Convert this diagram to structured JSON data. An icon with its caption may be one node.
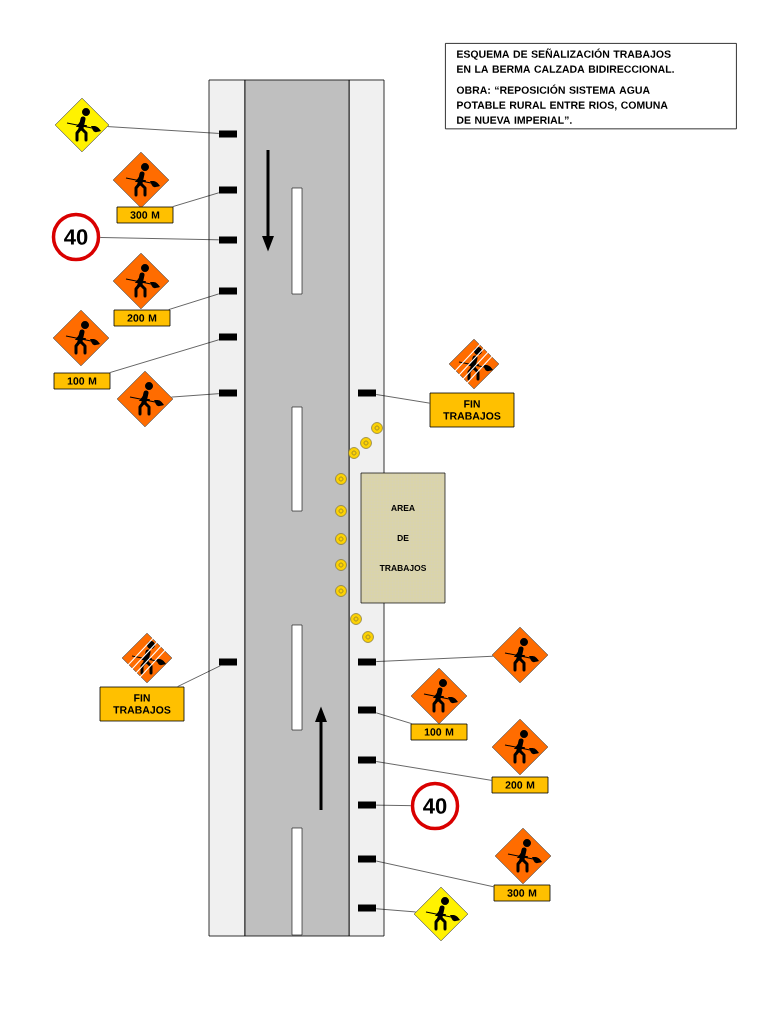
{
  "diagram": {
    "nodes": [
      {
        "text": [
          "ESQUEMA  DE SEÑALIZACIÓN TRABAJOS EN LA BERMA CALZADA BIDIRECCIONAL.",
          "OBRA: “REPOSICIÓN SISTEMA AGUA POTABLE RURAL ENTRE RIOS, COMUNA DE NUEVA IMPERIAL”."
        ]
      },
      {
        "text": [],
        "shape": "diamond"
      },
      {
        "text": [],
        "shape": "bar"
      },
      {
        "text": [],
        "shape": "diamond"
      },
      {
        "text": [
          "300 M"
        ]
      },
      {
        "text": [],
        "shape": "bar"
      },
      {
        "text": [
          "40"
        ]
      },
      {
        "text": [],
        "shape": "bar"
      },
      {
        "text": [],
        "shape": "diamond"
      },
      {
        "text": [
          "200 M"
        ]
      },
      {
        "text": [],
        "shape": "bar"
      },
      {
        "text": [],
        "shape": "diamond"
      },
      {
        "text": [],
        "shape": "bar"
      },
      {
        "text": [
          "100 M"
        ]
      },
      {
        "text": [],
        "shape": "bar"
      },
      {
        "text": [],
        "shape": "diamond"
      },
      {
        "text": [],
        "shape": "diamond"
      },
      {
        "text": [],
        "shape": "bar"
      },
      {
        "text": [
          "FIN TRABAJOS"
        ]
      },
      {
        "text": [
          "AREA DE TRABAJOS"
        ]
      },
      {
        "text": [],
        "shape": "diamond"
      },
      {
        "text": [],
        "shape": "diamond"
      },
      {
        "text": [],
        "shape": "bar"
      },
      {
        "text": [],
        "shape": "bar"
      },
      {
        "text": [
          "FIN TRABAJOS"
        ]
      },
      {
        "text": [],
        "shape": "diamond"
      },
      {
        "text": [],
        "shape": "bar"
      },
      {
        "text": [
          "100 M"
        ]
      },
      {
        "text": [],
        "shape": "diamond"
      },
      {
        "text": [],
        "shape": "bar"
      },
      {
        "text": [
          "200 M"
        ]
      },
      {
        "text": [
          "40"
        ]
      },
      {
        "text": [],
        "shape": "bar"
      },
      {
        "text": [],
        "shape": "diamond"
      },
      {
        "text": [],
        "shape": "bar"
      },
      {
        "text": [
          "300 M"
        ]
      },
      {
        "text": [],
        "shape": "bar"
      },
      {
        "text": [],
        "shape": "diamond"
      }
    ],
    "edges": [
      {
        "from": 1,
        "to": 2,
        "arrow": "none"
      },
      {
        "from": 4,
        "to": 5,
        "arrow": "none"
      },
      {
        "from": 6,
        "to": 7,
        "arrow": "none"
      },
      {
        "from": 9,
        "to": 10,
        "arrow": "none"
      },
      {
        "from": 13,
        "to": 12,
        "arrow": "none"
      },
      {
        "from": 15,
        "to": 14,
        "arrow": "none"
      },
      {
        "from": 18,
        "to": 17,
        "arrow": "none"
      },
      {
        "from": 21,
        "to": 23,
        "arrow": "none"
      },
      {
        "from": 24,
        "to": 22,
        "arrow": "none"
      },
      {
        "from": 27,
        "to": 26,
        "arrow": "none"
      },
      {
        "from": 30,
        "to": 29,
        "arrow": "none"
      },
      {
        "from": 31,
        "to": 32,
        "arrow": "none"
      },
      {
        "from": 35,
        "to": 34,
        "arrow": "none"
      },
      {
        "from": 37,
        "to": 36,
        "arrow": "none"
      }
    ]
  }
}
